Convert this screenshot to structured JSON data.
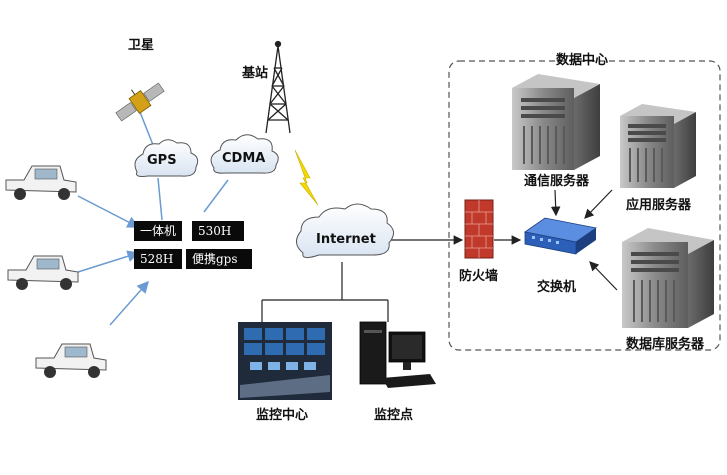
{
  "labels": {
    "satellite": "卫星",
    "base_station": "基站",
    "data_center": "数据中心",
    "comm_server": "通信服务器",
    "app_server": "应用服务器",
    "db_server": "数据库服务器",
    "firewall": "防火墙",
    "switch": "交换机",
    "monitor_center": "监控中心",
    "monitor_point": "监控点"
  },
  "clouds": {
    "gps": "GPS",
    "cdma": "CDMA",
    "internet": "Internet"
  },
  "terminals": {
    "t1": "一体机",
    "t2": "530H",
    "t3": "528H",
    "t4": "便携gps"
  },
  "colors": {
    "link_blue": "#6b9bd1",
    "line_dark": "#222222",
    "firewall_red": "#c0392b",
    "switch_blue": "#2c5fb8",
    "lightning_yellow": "#f5d800",
    "server_gray": "#8d8d8d",
    "dashed_border": "#555555"
  }
}
